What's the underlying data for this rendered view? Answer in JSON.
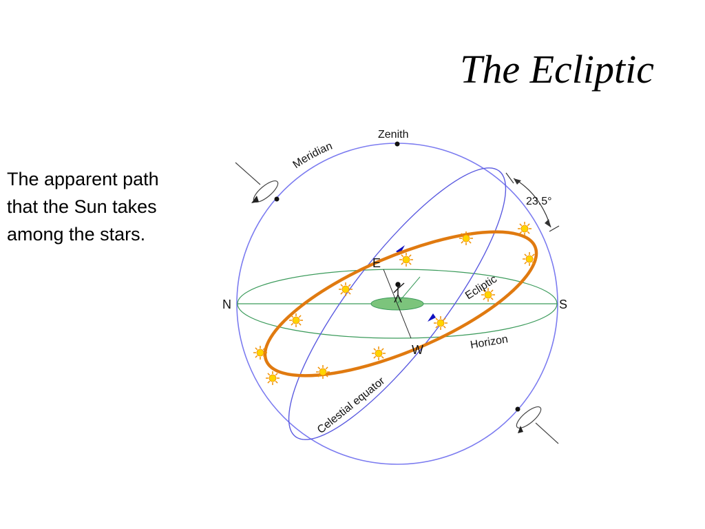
{
  "slide": {
    "title": "The Ecliptic",
    "text_lines": [
      "The apparent path",
      "that the Sun takes",
      "among the stars."
    ]
  },
  "diagram": {
    "labels": {
      "zenith": "Zenith",
      "meridian": "Meridian",
      "angle": "23.5°",
      "east": "E",
      "west": "W",
      "north": "N",
      "south": "S",
      "ecliptic": "Ecliptic",
      "horizon": "Horizon",
      "celestial_equator": "Celestial equator"
    },
    "colors": {
      "sphere": "#7b7bf0",
      "horizon": "#3a9a5a",
      "ground": "#7cc47c",
      "ecliptic": "#e07a10",
      "equator": "#5a5ae0",
      "arrow": "#1010c0",
      "sun": "#ffd400",
      "sun_ray": "#f09000"
    }
  }
}
